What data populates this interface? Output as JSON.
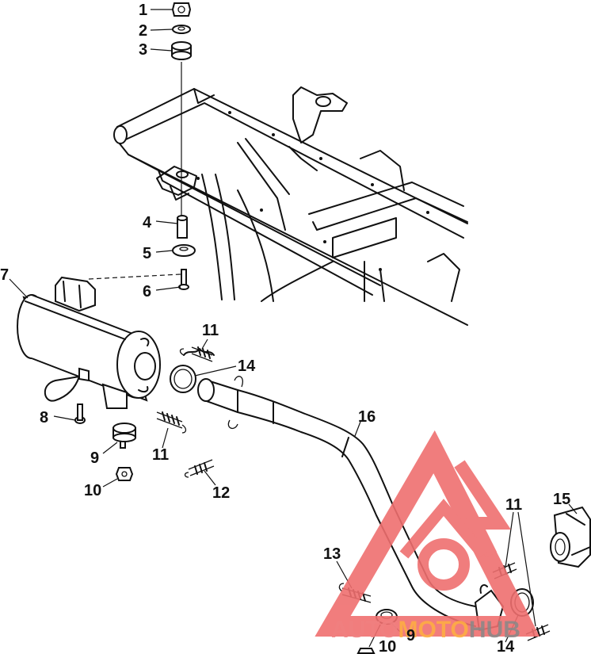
{
  "diagram": {
    "callouts": {
      "c1": "1",
      "c2": "2",
      "c3": "3",
      "c4": "4",
      "c5": "5",
      "c6": "6",
      "c7": "7",
      "c8": "8",
      "c9a": "9",
      "c9b": "9",
      "c10a": "10",
      "c10b": "10",
      "c11a": "11",
      "c11b": "11",
      "c11c": "11",
      "c12": "12",
      "c13": "13",
      "c14a": "14",
      "c14b": "14",
      "c15": "15",
      "c16": "16"
    },
    "watermark": {
      "text": "AUTOMOTOHUB",
      "colors": {
        "auto": "#f08080",
        "moto": "#ffb040",
        "hub": "#888888",
        "triangle": "#ef6f6f"
      }
    }
  }
}
